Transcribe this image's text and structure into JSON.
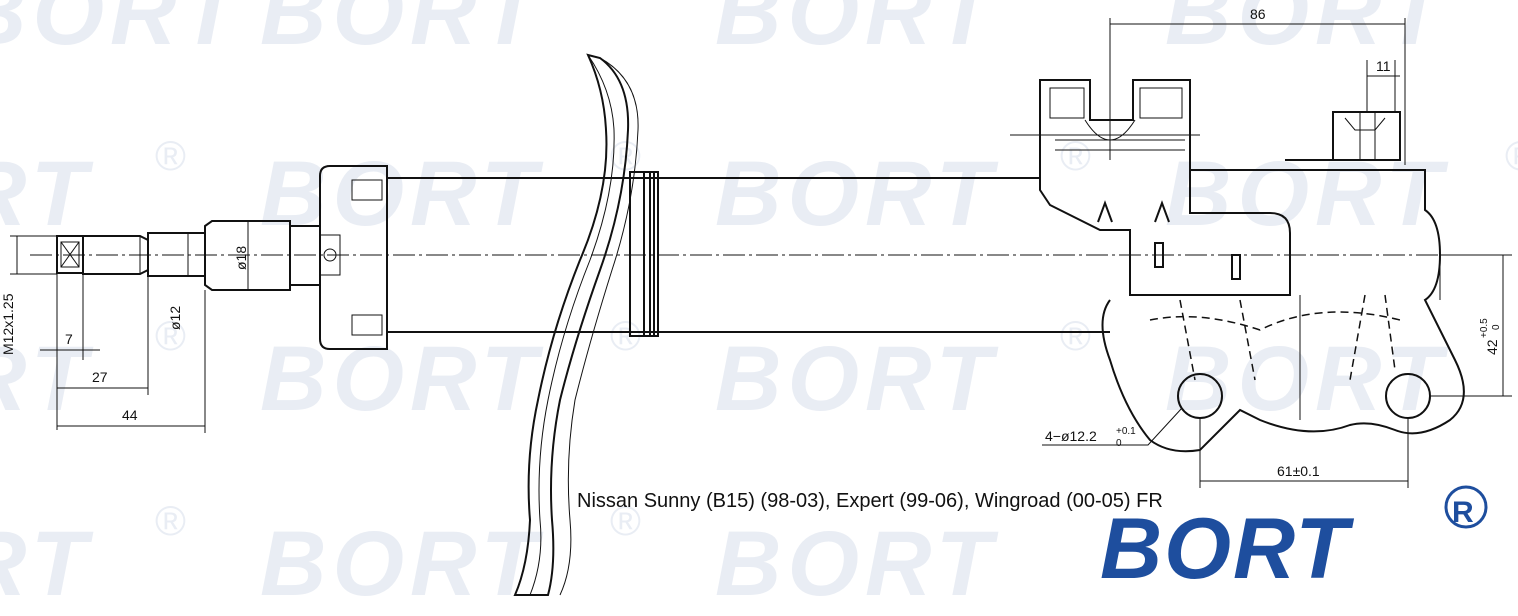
{
  "watermark": {
    "text": "BORT",
    "registered": "®"
  },
  "dimensions": {
    "thread": "M12x1.25",
    "d18": "ø18",
    "d12": "ø12",
    "len7": "7",
    "len27": "27",
    "len44": "44",
    "top86": "86",
    "top11": "11",
    "holes_main": "4−ø12.2",
    "holes_tol_upper": "+0.1",
    "holes_tol_lower": "0",
    "spacing": "61±0.1",
    "height_main": "42",
    "height_tol_upper": "+0.5",
    "height_tol_lower": "0"
  },
  "caption": "Nissan Sunny (B15) (98-03), Expert (99-06), Wingroad (00-05) FR",
  "logo": {
    "text": "BORT",
    "registered": "®",
    "color": "#1e4e9e"
  }
}
